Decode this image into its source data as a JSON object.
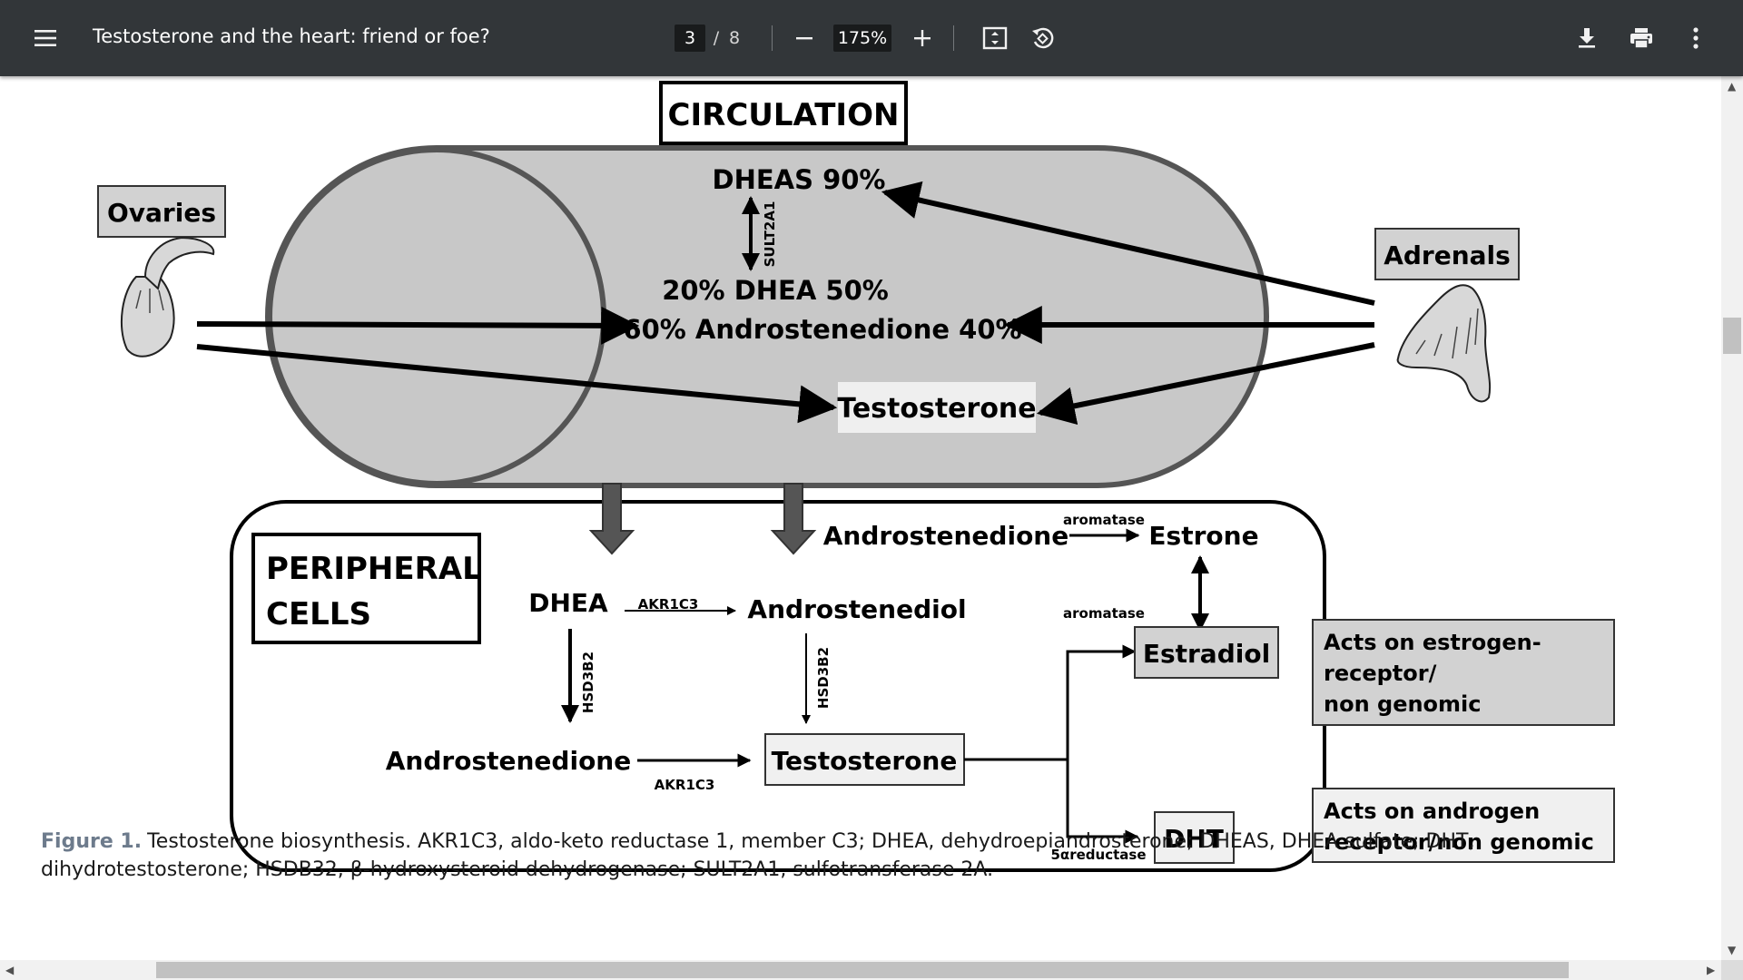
{
  "toolbar": {
    "title": "Testosterone and the heart: friend or foe?",
    "page_current": "3",
    "page_separator": "/",
    "page_total": "8",
    "zoom": "175%",
    "icons": [
      "menu-icon",
      "minus-icon",
      "plus-icon",
      "fit-page-icon",
      "rotate-icon",
      "download-icon",
      "print-icon",
      "more-vert-icon"
    ]
  },
  "figure": {
    "circulation": {
      "title": "CIRCULATION",
      "dheas": "DHEAS 90%",
      "sult": "SULT2A1",
      "dhea": "20% DHEA 50%",
      "androstenedione": "60% Androstenedione 40%",
      "testosterone": "Testosterone"
    },
    "ovaries": "Ovaries",
    "adrenals": "Adrenals",
    "peripheral": {
      "title_line1": "PERIPHERAL",
      "title_line2": "CELLS",
      "dhea": "DHEA",
      "akr_top": "AKR1C3",
      "androstenediol": "Androstenediol",
      "hsd_left": "HSD3B2",
      "hsd_right": "HSD3B2",
      "androstenedione": "Androstenedione",
      "akr_bottom": "AKR1C3",
      "testosterone": "Testosterone",
      "androstenedione_top": "Androstenedione",
      "aromatase_top": "aromatase",
      "estrone": "Estrone",
      "aromatase_mid": "aromatase",
      "estradiol": "Estradiol",
      "reductase": "5αreductase",
      "dht": "DHT"
    },
    "estrogen_box": [
      "Acts on estrogen-",
      "receptor/",
      "non genomic"
    ],
    "androgen_box": [
      "Acts on androgen",
      "receptor/non genomic"
    ]
  },
  "caption": {
    "label": "Figure 1.",
    "text": "Testosterone biosynthesis. AKR1C3, aldo-keto reductase 1, member C3; DHEA, dehydroepiandrosterone; DHEAS, DHEA sulfate; DHT, dihydrotestosterone; HSDB32, β-hydroxysteroid dehydrogenase; SULT2A1, sulfotransferase 2A."
  },
  "colors": {
    "toolbar_bg": "#323639",
    "capsule_fill": "#c8c8c8",
    "box_fill": "#d2d2d2",
    "caption_label": "#6d7b8c"
  }
}
